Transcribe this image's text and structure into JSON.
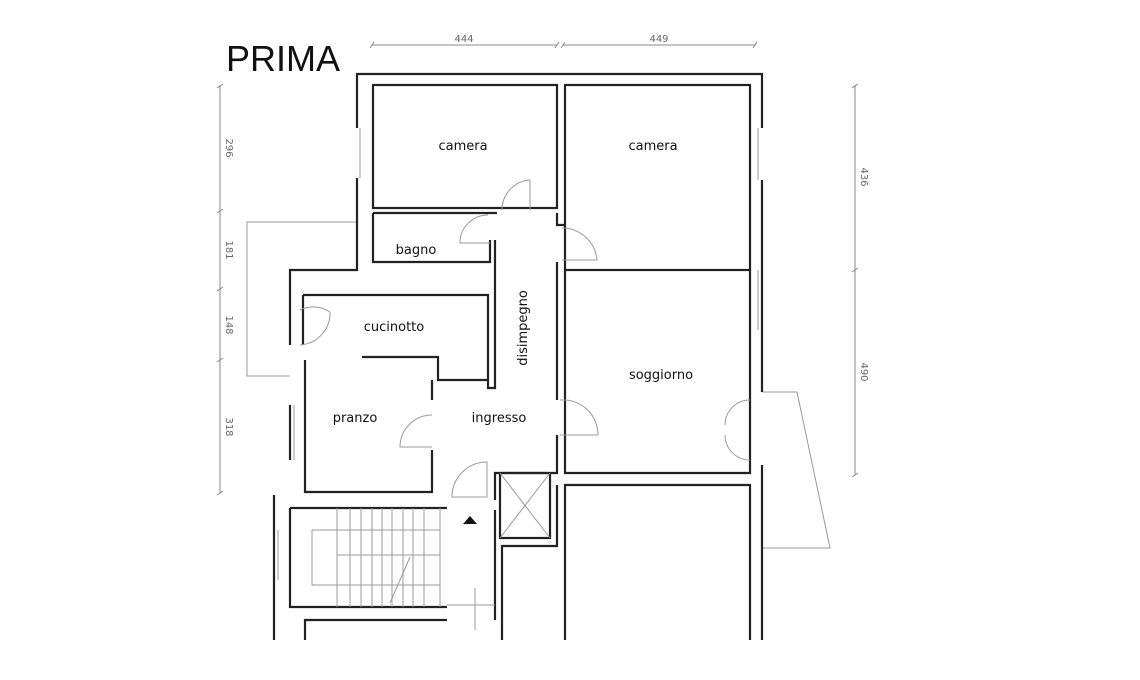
{
  "title": "PRIMA",
  "dimensions": {
    "top": [
      "444",
      "449"
    ],
    "left": [
      "296",
      "181",
      "148",
      "318"
    ],
    "right": [
      "436",
      "490"
    ]
  },
  "rooms": {
    "camera_1": "camera",
    "camera_2": "camera",
    "bagno": "bagno",
    "cucinotto": "cucinotto",
    "disimpegno": "disimpegno",
    "soggiorno": "soggiorno",
    "pranzo": "pranzo",
    "ingresso": "ingresso"
  },
  "colors": {
    "wall": "#222222",
    "fixture": "#999999"
  }
}
